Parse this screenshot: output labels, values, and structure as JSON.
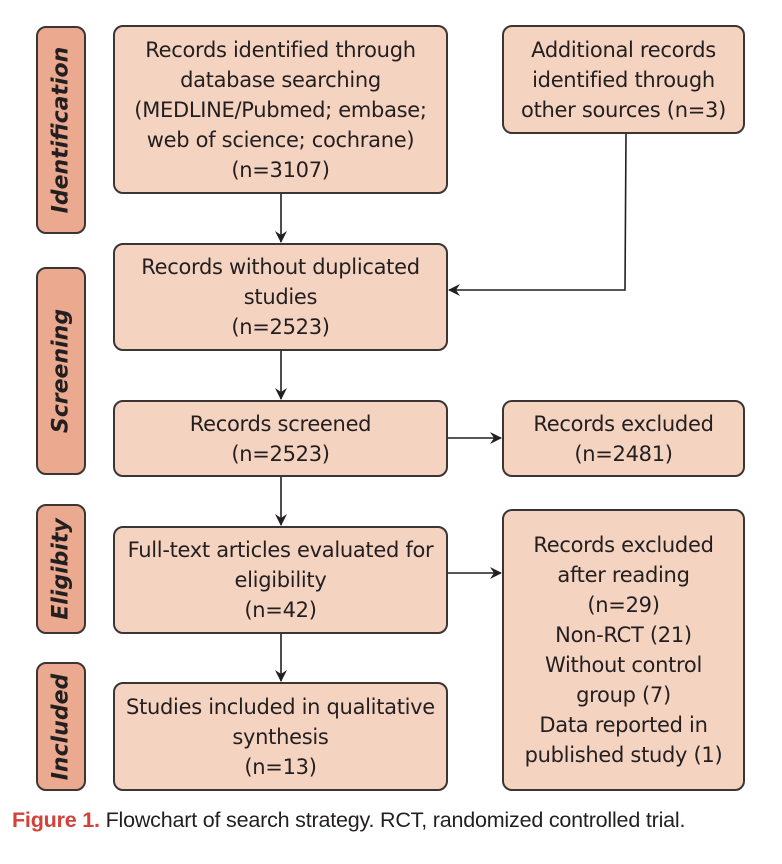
{
  "stages": [
    {
      "label": "Identification"
    },
    {
      "label": "Screening"
    },
    {
      "label": "Eligibity"
    },
    {
      "label": "Included"
    }
  ],
  "boxes": {
    "identified_database": {
      "lines": [
        "Records identified through",
        "database searching",
        "(MEDLINE/Pubmed; embase;",
        "web of science; cochrane)",
        "(n=3107)"
      ]
    },
    "identified_other": {
      "lines": [
        "Additional records",
        "identified through",
        "other sources (n=3)"
      ]
    },
    "without_duplicates": {
      "lines": [
        "Records without duplicated",
        "studies",
        "(n=2523)"
      ]
    },
    "screened": {
      "lines": [
        "Records screened",
        "(n=2523)"
      ]
    },
    "excluded": {
      "lines": [
        "Records excluded",
        "(n=2481)"
      ]
    },
    "full_text": {
      "lines": [
        "Full-text articles evaluated for",
        "eligibility",
        "(n=42)"
      ]
    },
    "excluded_after_reading": {
      "lines": [
        "Records excluded",
        "after reading",
        "(n=29)",
        "Non-RCT (21)",
        "Without control",
        "group (7)",
        "Data reported in",
        "published study (1)"
      ]
    },
    "included": {
      "lines": [
        "Studies included in qualitative",
        "synthesis",
        "(n=13)"
      ]
    }
  },
  "caption": {
    "figure_label": "Figure 1.",
    "text": " Flowchart of search strategy. RCT, randomized controlled trial."
  },
  "colors": {
    "box_fill": "#f5d3c1",
    "stage_fill": "#eba98f",
    "border": "#3b3534",
    "caption_accent": "#d2413a"
  }
}
